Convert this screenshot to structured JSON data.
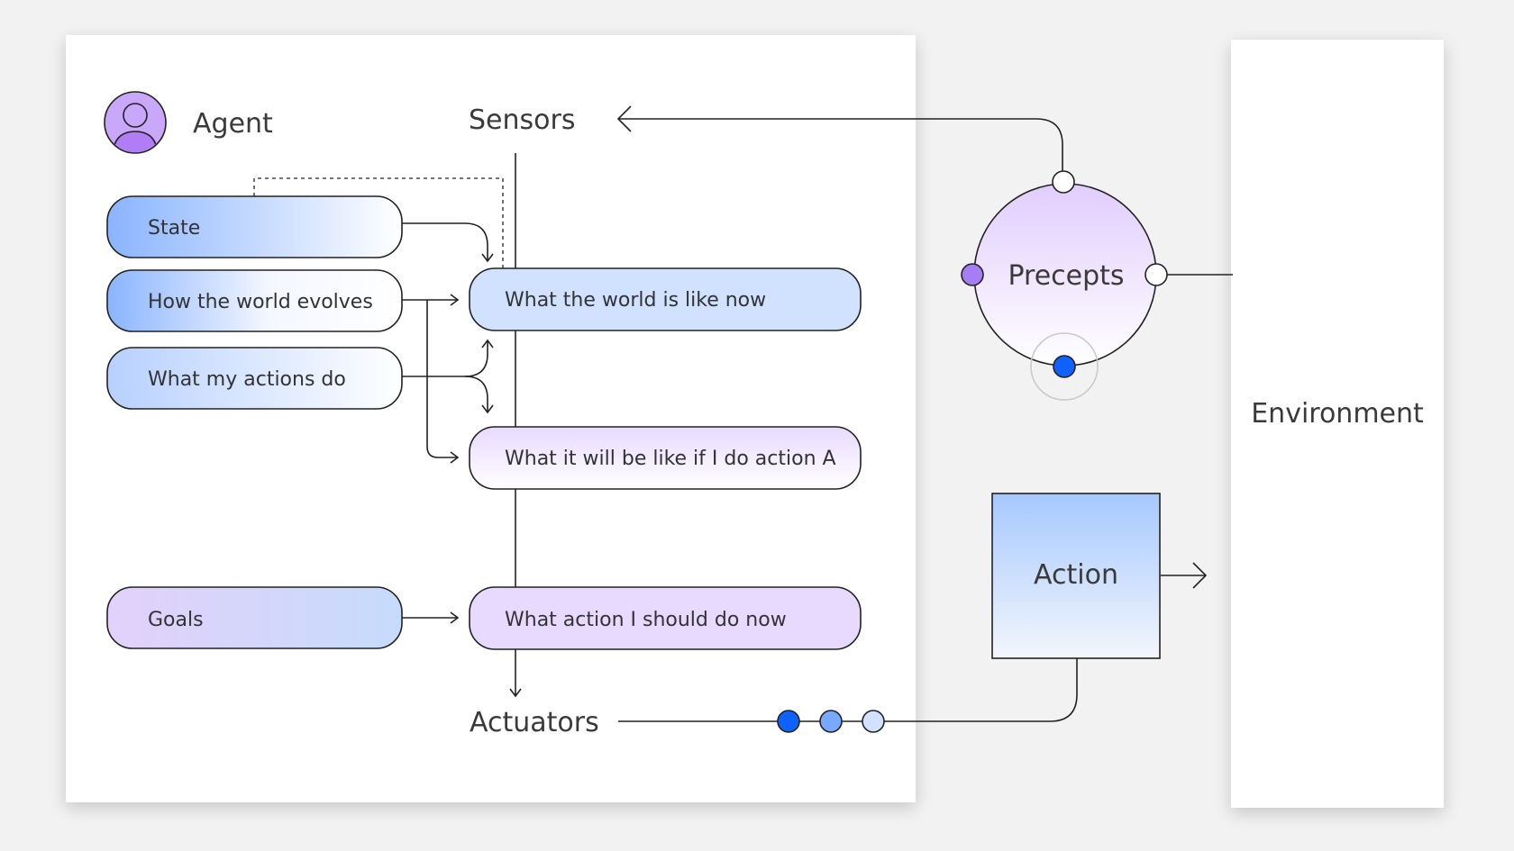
{
  "agent": {
    "title": "Agent",
    "avatar_icon": "person-icon"
  },
  "sensors_label": "Sensors",
  "actuators_label": "Actuators",
  "inputs": {
    "state": "State",
    "world_evolves": "How the world evolves",
    "actions_do": "What my actions do",
    "goals": "Goals"
  },
  "reasoning": {
    "world_now": "What the world is like now",
    "if_action": "What it will be like if I do action A",
    "action_now": "What action I should do now"
  },
  "precepts": {
    "label": "Precepts"
  },
  "action": {
    "label": "Action"
  },
  "environment": {
    "label": "Environment"
  },
  "colors": {
    "blue_strong": "#0f62fe",
    "blue_mid": "#78a9ff",
    "blue_light": "#d0e2ff",
    "purple": "#a56eff",
    "purple_light": "#e8daff"
  }
}
